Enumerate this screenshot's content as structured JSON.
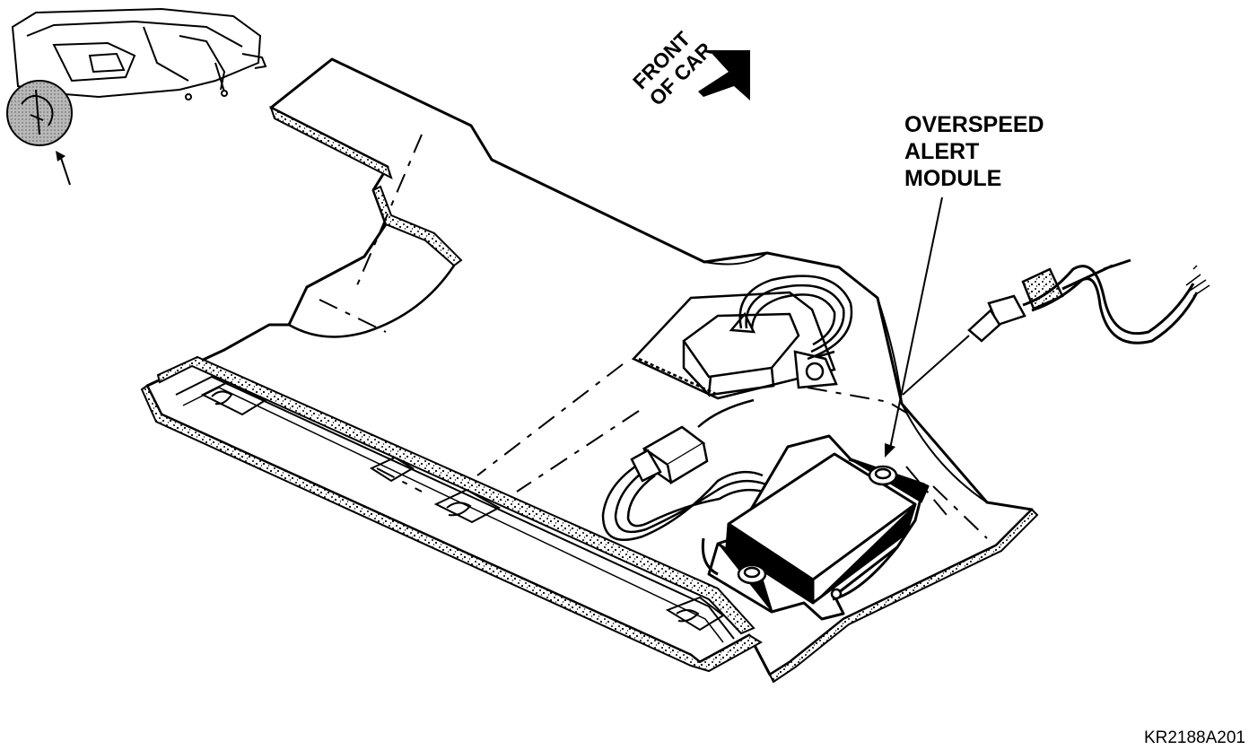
{
  "labels": {
    "callout_line1": "OVERSPEED",
    "callout_line2": "ALERT",
    "callout_line3": "MODULE",
    "direction_line1": "FRONT",
    "direction_line2": "OF CAR",
    "figure_id": "KR2188A201"
  },
  "colors": {
    "ink": "#000000",
    "paper": "#ffffff",
    "shading": "#b8b8b8"
  }
}
